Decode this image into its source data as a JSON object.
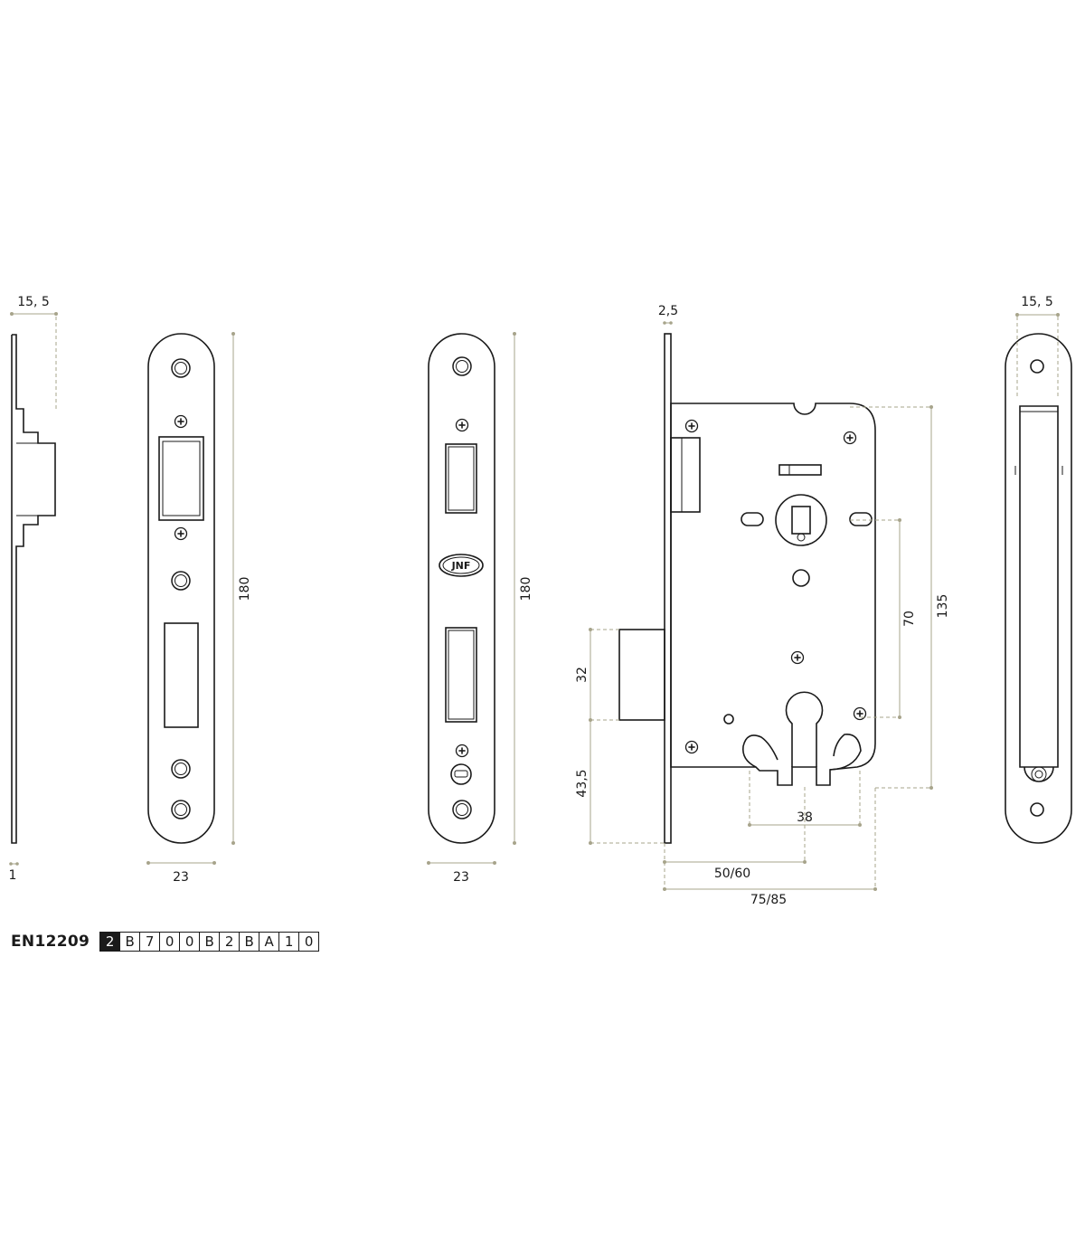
{
  "dimensions": {
    "faceplate_side_depth": "15, 5",
    "faceplate_thickness": "1",
    "strike_plate_length": "180",
    "strike_plate_width": "23",
    "front_plate_length": "180",
    "front_plate_width": "23",
    "lock_plate_thickness": "2,5",
    "latch_height": "32",
    "latch_to_bottom": "43,5",
    "center_distance": "70",
    "case_height": "135",
    "cylinder_width": "38",
    "backset": "50/60",
    "case_depth": "75/85",
    "right_side_depth": "15, 5"
  },
  "logo": {
    "text": "JNF"
  },
  "standard": {
    "label": "EN12209",
    "codes": [
      "2",
      "B",
      "7",
      "0",
      "0",
      "B",
      "2",
      "B",
      "A",
      "1",
      "0"
    ]
  },
  "colors": {
    "outline": "#1a1a1a",
    "dimension": "#a7a48b",
    "background": "#ffffff"
  },
  "icons": [
    "phillips-screw-icon",
    "mounting-hole-icon",
    "cylinder-keyhole-icon"
  ]
}
